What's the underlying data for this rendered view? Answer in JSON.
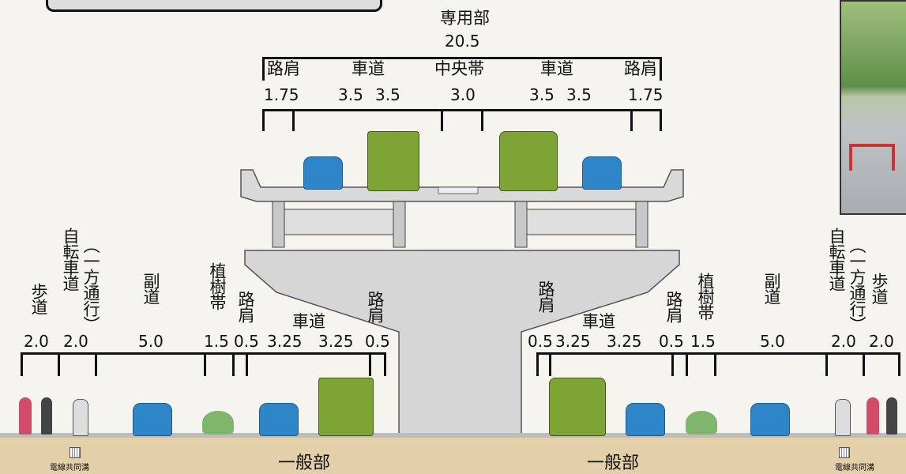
{
  "top": {
    "title": "専用部",
    "total_width": "20.5",
    "lane_labels": [
      "路肩",
      "車道",
      "中央帯",
      "車道",
      "路肩"
    ],
    "widths": [
      "1.75",
      "3.5",
      "3.5",
      "3.0",
      "3.5",
      "3.5",
      "1.75"
    ]
  },
  "left": {
    "labels": [
      "歩道",
      "自転車道",
      "（一方通行）",
      "副道",
      "植樹帯",
      "路肩",
      "車道",
      "路肩"
    ],
    "widths": [
      "2.0",
      "2.0",
      "5.0",
      "1.5",
      "0.5",
      "3.25",
      "3.25",
      "0.5"
    ]
  },
  "right": {
    "labels": [
      "路肩",
      "車道",
      "路肩",
      "植樹帯",
      "副道",
      "自転車道",
      "（一方通行）",
      "歩道"
    ],
    "widths": [
      "0.5",
      "3.25",
      "3.25",
      "0.5",
      "1.5",
      "5.0",
      "2.0",
      "2.0"
    ]
  },
  "bottom": {
    "section_label": "一般部",
    "conduit_label": "電線共同溝"
  },
  "colors": {
    "truck": "#7fa436",
    "car": "#2e86c9",
    "ground": "#e3cfa8",
    "concrete": "#d9d9d9",
    "tree": "#7fb66b"
  }
}
